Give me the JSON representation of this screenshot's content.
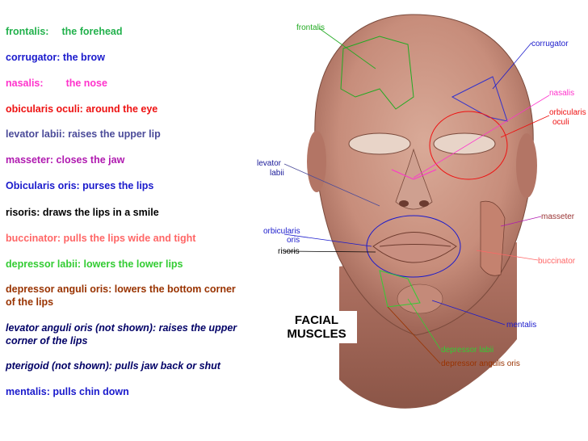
{
  "legend": {
    "frontalis": {
      "name": "frontalis:",
      "desc": "the forehead",
      "color": "#22b14c"
    },
    "corrugator": {
      "text": "corrugator: the brow",
      "color": "#1a1acc"
    },
    "nasalis": {
      "name": "nasalis:",
      "desc": "the nose",
      "color": "#ff33cc"
    },
    "oculi": {
      "text": "obicularis oculi: around the eye",
      "color": "#ee1111"
    },
    "levator": {
      "text": "levator labii: raises the upper lip",
      "color": "#4b4b99"
    },
    "masseter": {
      "text": "masseter: closes the jaw",
      "color": "#b01ab0"
    },
    "oris": {
      "text": "Obicularis oris: purses the lips",
      "color": "#1a1acc"
    },
    "risoris": {
      "text": "risoris: draws the lips in a smile",
      "color": "#000000"
    },
    "buccinator": {
      "text": "buccinator: pulls the lips wide and tight",
      "color": "#ff6666"
    },
    "depressor_labii": {
      "text": "depressor labii: lowers the lower lips",
      "color": "#33cc33"
    },
    "depressor_anguli": {
      "text": "depressor anguli oris: lowers the bottom corner of the lips",
      "color": "#993300"
    },
    "levator_anguli": {
      "text": "levator anguli oris (not shown): raises the upper corner of the lips",
      "color": "#000066"
    },
    "pterigoid": {
      "text": "pterigoid (not shown): pulls jaw back or shut",
      "color": "#000066"
    },
    "mentalis": {
      "text": "mentalis: pulls chin down",
      "color": "#1a1acc"
    }
  },
  "diagram": {
    "title_line1": "FACIAL",
    "title_line2": "MUSCLES",
    "labels": {
      "frontalis": "frontalis",
      "corrugator": "corrugator",
      "nasalis": "nasalis",
      "orbicularis_oculi_1": "orbicularis",
      "orbicularis_oculi_2": "oculi",
      "levator_1": "levator",
      "levator_2": "labii",
      "masseter": "masseter",
      "orbicularis_oris_1": "orbicularis",
      "orbicularis_oris_2": "oris",
      "risoris": "risoris",
      "buccinator": "buccinator",
      "mentalis": "mentalis",
      "depressor_labii": "depressor labii",
      "depressor_anguli": "depressor angulis oris"
    }
  }
}
